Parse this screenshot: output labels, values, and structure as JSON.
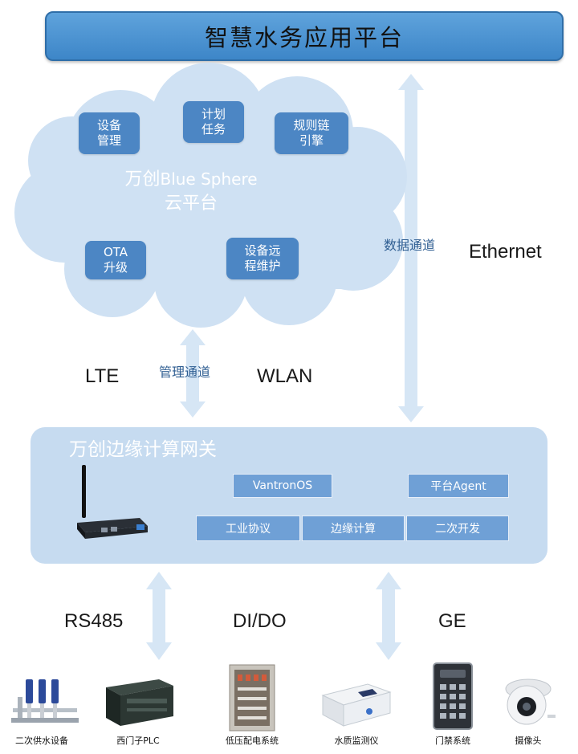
{
  "platform": {
    "title": "智慧水务应用平台"
  },
  "cloud": {
    "title_line1_cn": "万创",
    "title_line1_en": "Blue Sphere",
    "title_line2": "云平台",
    "modules": [
      {
        "line1": "设备",
        "line2": "管理"
      },
      {
        "line1": "计划",
        "line2": "任务"
      },
      {
        "line1": "规则链",
        "line2": "引擎"
      },
      {
        "line1": "OTA",
        "line2": "升级"
      },
      {
        "line1": "设备远",
        "line2": "程维护"
      }
    ],
    "colors": {
      "cloud_fill": "#cfe1f3",
      "module_fill": "#4c86c4"
    }
  },
  "channels": {
    "management": "管理通道",
    "data": "数据通道",
    "lte": "LTE",
    "wlan": "WLAN",
    "ethernet": "Ethernet"
  },
  "gateway": {
    "title": "万创边缘计算网关",
    "os": "VantronOS",
    "agent": "平台Agent",
    "functions": [
      "工业协议",
      "边缘计算",
      "二次开发"
    ]
  },
  "interfaces": {
    "rs485": "RS485",
    "dido": "DI/DO",
    "ge": "GE"
  },
  "devices": [
    {
      "label": "二次供水设备",
      "icon": "pump-icon"
    },
    {
      "label": "西门子PLC",
      "icon": "plc-icon"
    },
    {
      "label": "低压配电系统",
      "icon": "switchgear-icon"
    },
    {
      "label": "水质监测仪",
      "icon": "water-analyzer-icon"
    },
    {
      "label": "门禁系统",
      "icon": "access-control-icon"
    },
    {
      "label": "摄像头",
      "icon": "camera-icon"
    }
  ]
}
